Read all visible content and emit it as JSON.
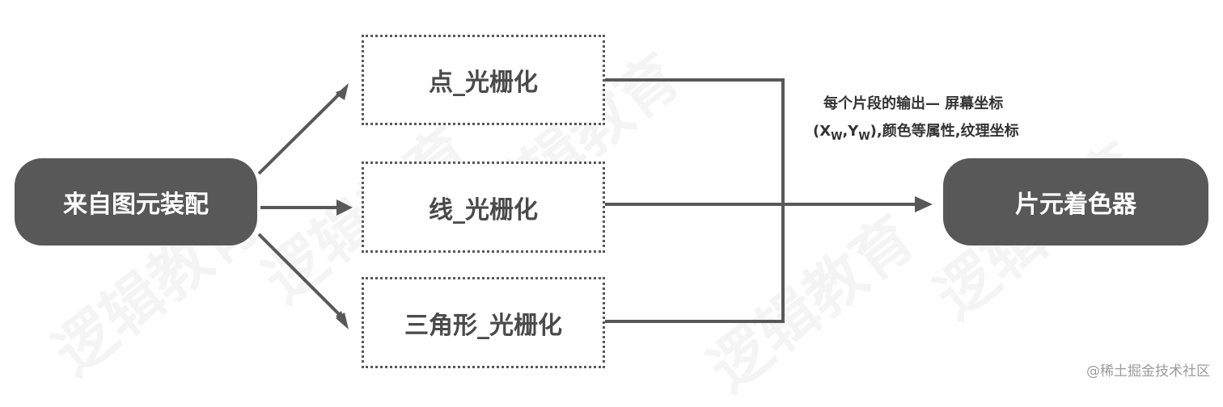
{
  "nodes": {
    "primitive_assembly": "来自图元装配",
    "point_raster": "点_光栅化",
    "line_raster": "线_光栅化",
    "triangle_raster": "三角形_光栅化",
    "fragment_shader": "片元着色器"
  },
  "annotation": {
    "line1": "每个片段的输出— 屏幕坐标",
    "line2_open": "(X",
    "line2_sub1": "W",
    "line2_mid": ",Y",
    "line2_sub2": "W",
    "line2_rest": "),颜色等属性,纹理坐标"
  },
  "watermark_text": "逻辑教育",
  "corner_credit": "@稀土掘金技术社区",
  "colors": {
    "node_fill": "#585858",
    "node_text": "#ffffff",
    "connector": "#585858",
    "dotted_border": "#585858"
  }
}
